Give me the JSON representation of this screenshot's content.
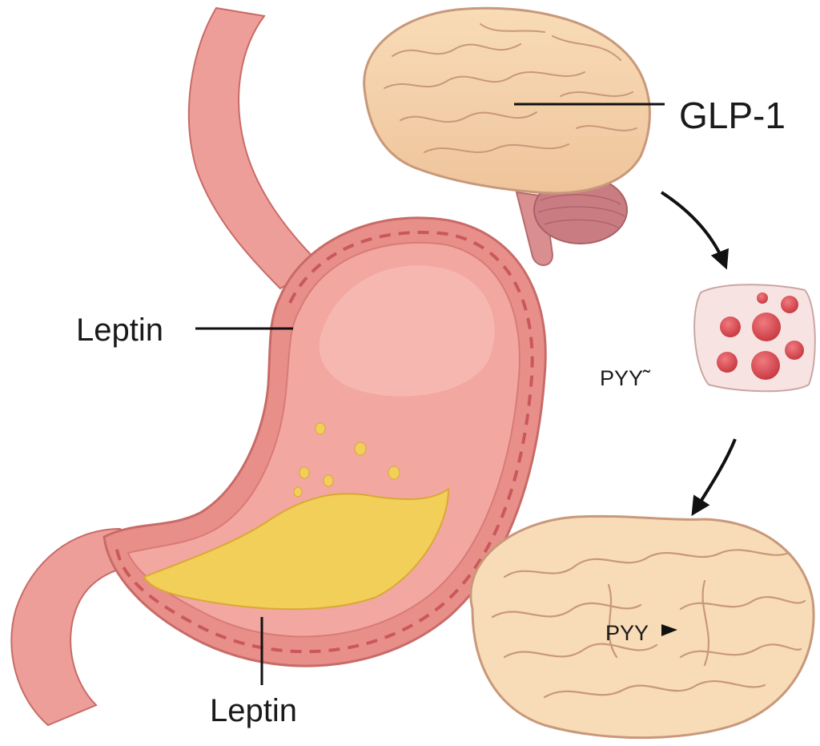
{
  "labels": {
    "glp1": "GLP-1",
    "leptin_top": "Leptin",
    "leptin_bottom": "Leptin",
    "pyy_mid": "PYY˜",
    "pyy_brain": "PYY"
  },
  "colors": {
    "background": "#ffffff",
    "stomach_wall": "#e98f8a",
    "stomach_inner": "#f2a7a1",
    "stomach_outline": "#c86b68",
    "food": "#f2cf58",
    "brain": "#f5d2a8",
    "brain_outline": "#c9987a",
    "cerebellum": "#c97d82",
    "cell_fill": "#f7e4e2",
    "granule": "#d9454b",
    "arrow": "#111111",
    "text": "#1a1a1a"
  },
  "icons": {
    "stomach": "stomach-illustration",
    "brain": "brain-illustration",
    "cell": "enteroendocrine-cell",
    "arrow": "arrow-icon"
  }
}
